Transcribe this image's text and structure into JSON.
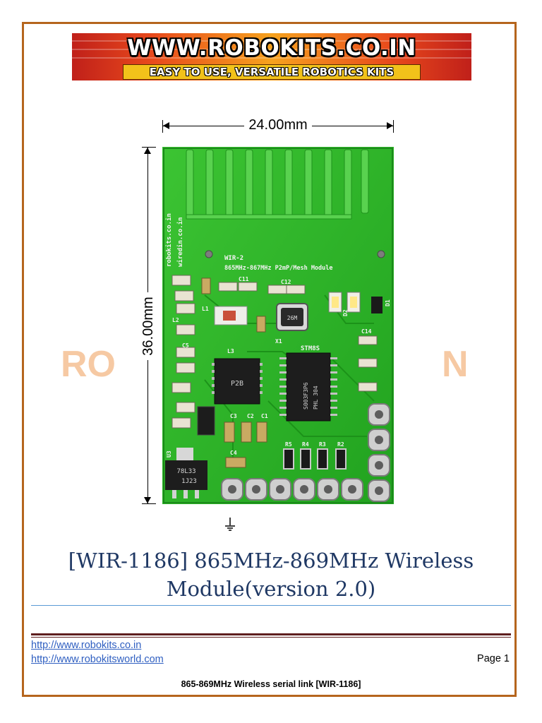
{
  "banner": {
    "line1": "WWW.ROBOKITS.CO.IN",
    "line2": "EASY TO USE, VERSATILE ROBOTICS KITS"
  },
  "watermark": {
    "left": "RO",
    "right": "N"
  },
  "dimensions": {
    "width": "24.00mm",
    "height": "36.00mm"
  },
  "pcb": {
    "side_text_1": "robokits.co.in",
    "side_text_2": "wiredin.co.in",
    "model_line1": "WIR-2",
    "model_line2": "865MHz-867MHz P2mP/Mesh Module",
    "mcu_label": "STM8S",
    "mcu_text_1": "S003F3P6",
    "mcu_text_2": "PHL 304",
    "rf_chip_text": "P2B",
    "regulator_text": "78L33",
    "regulator_sub": "1J23",
    "crystal_text": "26M",
    "labels": [
      "C1",
      "C2",
      "C3",
      "C4",
      "C5",
      "C11",
      "C12",
      "C14",
      "R2",
      "R3",
      "R4",
      "R5",
      "X1",
      "U3",
      "D1",
      "D2",
      "L1",
      "L2",
      "L3"
    ]
  },
  "document": {
    "title_line1": "[WIR-1186] 865MHz-869MHz Wireless",
    "title_line2": "Module(version 2.0)"
  },
  "footer": {
    "link1": "http://www.robokits.co.in",
    "link2": "http://www.robokitsworld.com",
    "page": "Page 1",
    "caption": "865-869MHz Wireless serial link [WIR-1186]"
  },
  "colors": {
    "frame": "#b5651d",
    "pcb_green": "#2fb82a",
    "title": "#1f3864",
    "link": "#2f5fc1"
  }
}
